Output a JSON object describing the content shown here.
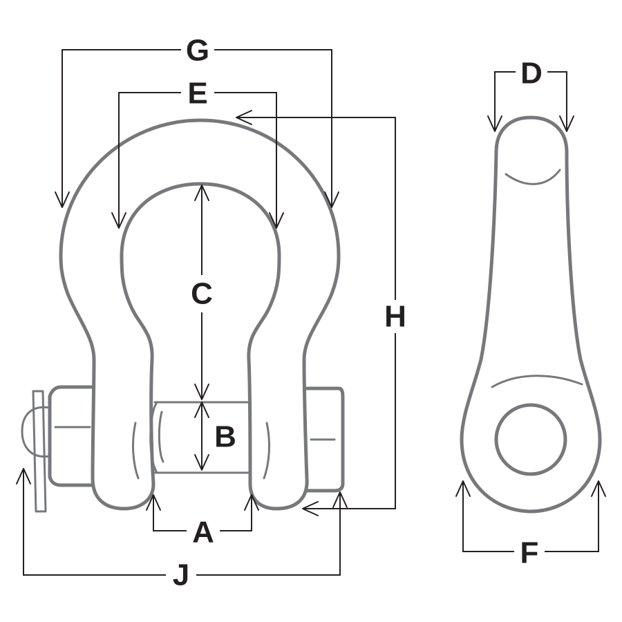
{
  "labels": {
    "A": "A",
    "B": "B",
    "C": "C",
    "D": "D",
    "E": "E",
    "F": "F",
    "G": "G",
    "H": "H",
    "J": "J"
  },
  "colors": {
    "outline": "#77787b",
    "dimension_lines": "#231f20",
    "background": "#ffffff"
  }
}
